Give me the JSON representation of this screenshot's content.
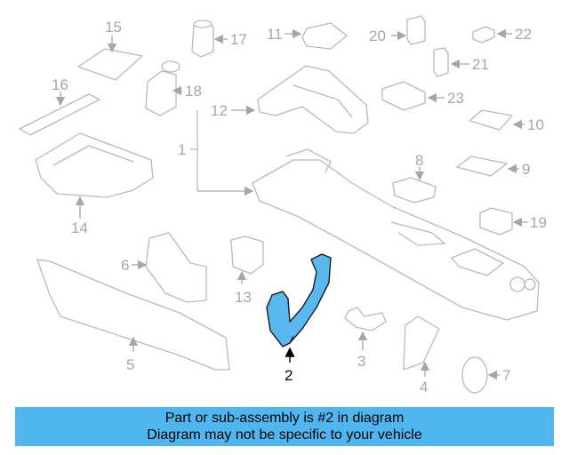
{
  "labels": {
    "p1": "1",
    "p2": "2",
    "p3": "3",
    "p4": "4",
    "p5": "5",
    "p6": "6",
    "p7": "7",
    "p8": "8",
    "p9": "9",
    "p10": "10",
    "p11": "11",
    "p12": "12",
    "p13": "13",
    "p14": "14",
    "p15": "15",
    "p16": "16",
    "p17": "17",
    "p18": "18",
    "p19": "19",
    "p20": "20",
    "p21": "21",
    "p22": "22",
    "p23": "23"
  },
  "footer": {
    "line1": "Part or sub-assembly is #2 in diagram",
    "line2": "Diagram may not be specific to your vehicle"
  },
  "colors": {
    "highlight": "#59b9ef",
    "footer_bg": "#4fb6f0",
    "line_gray": "#b9b9b9"
  }
}
